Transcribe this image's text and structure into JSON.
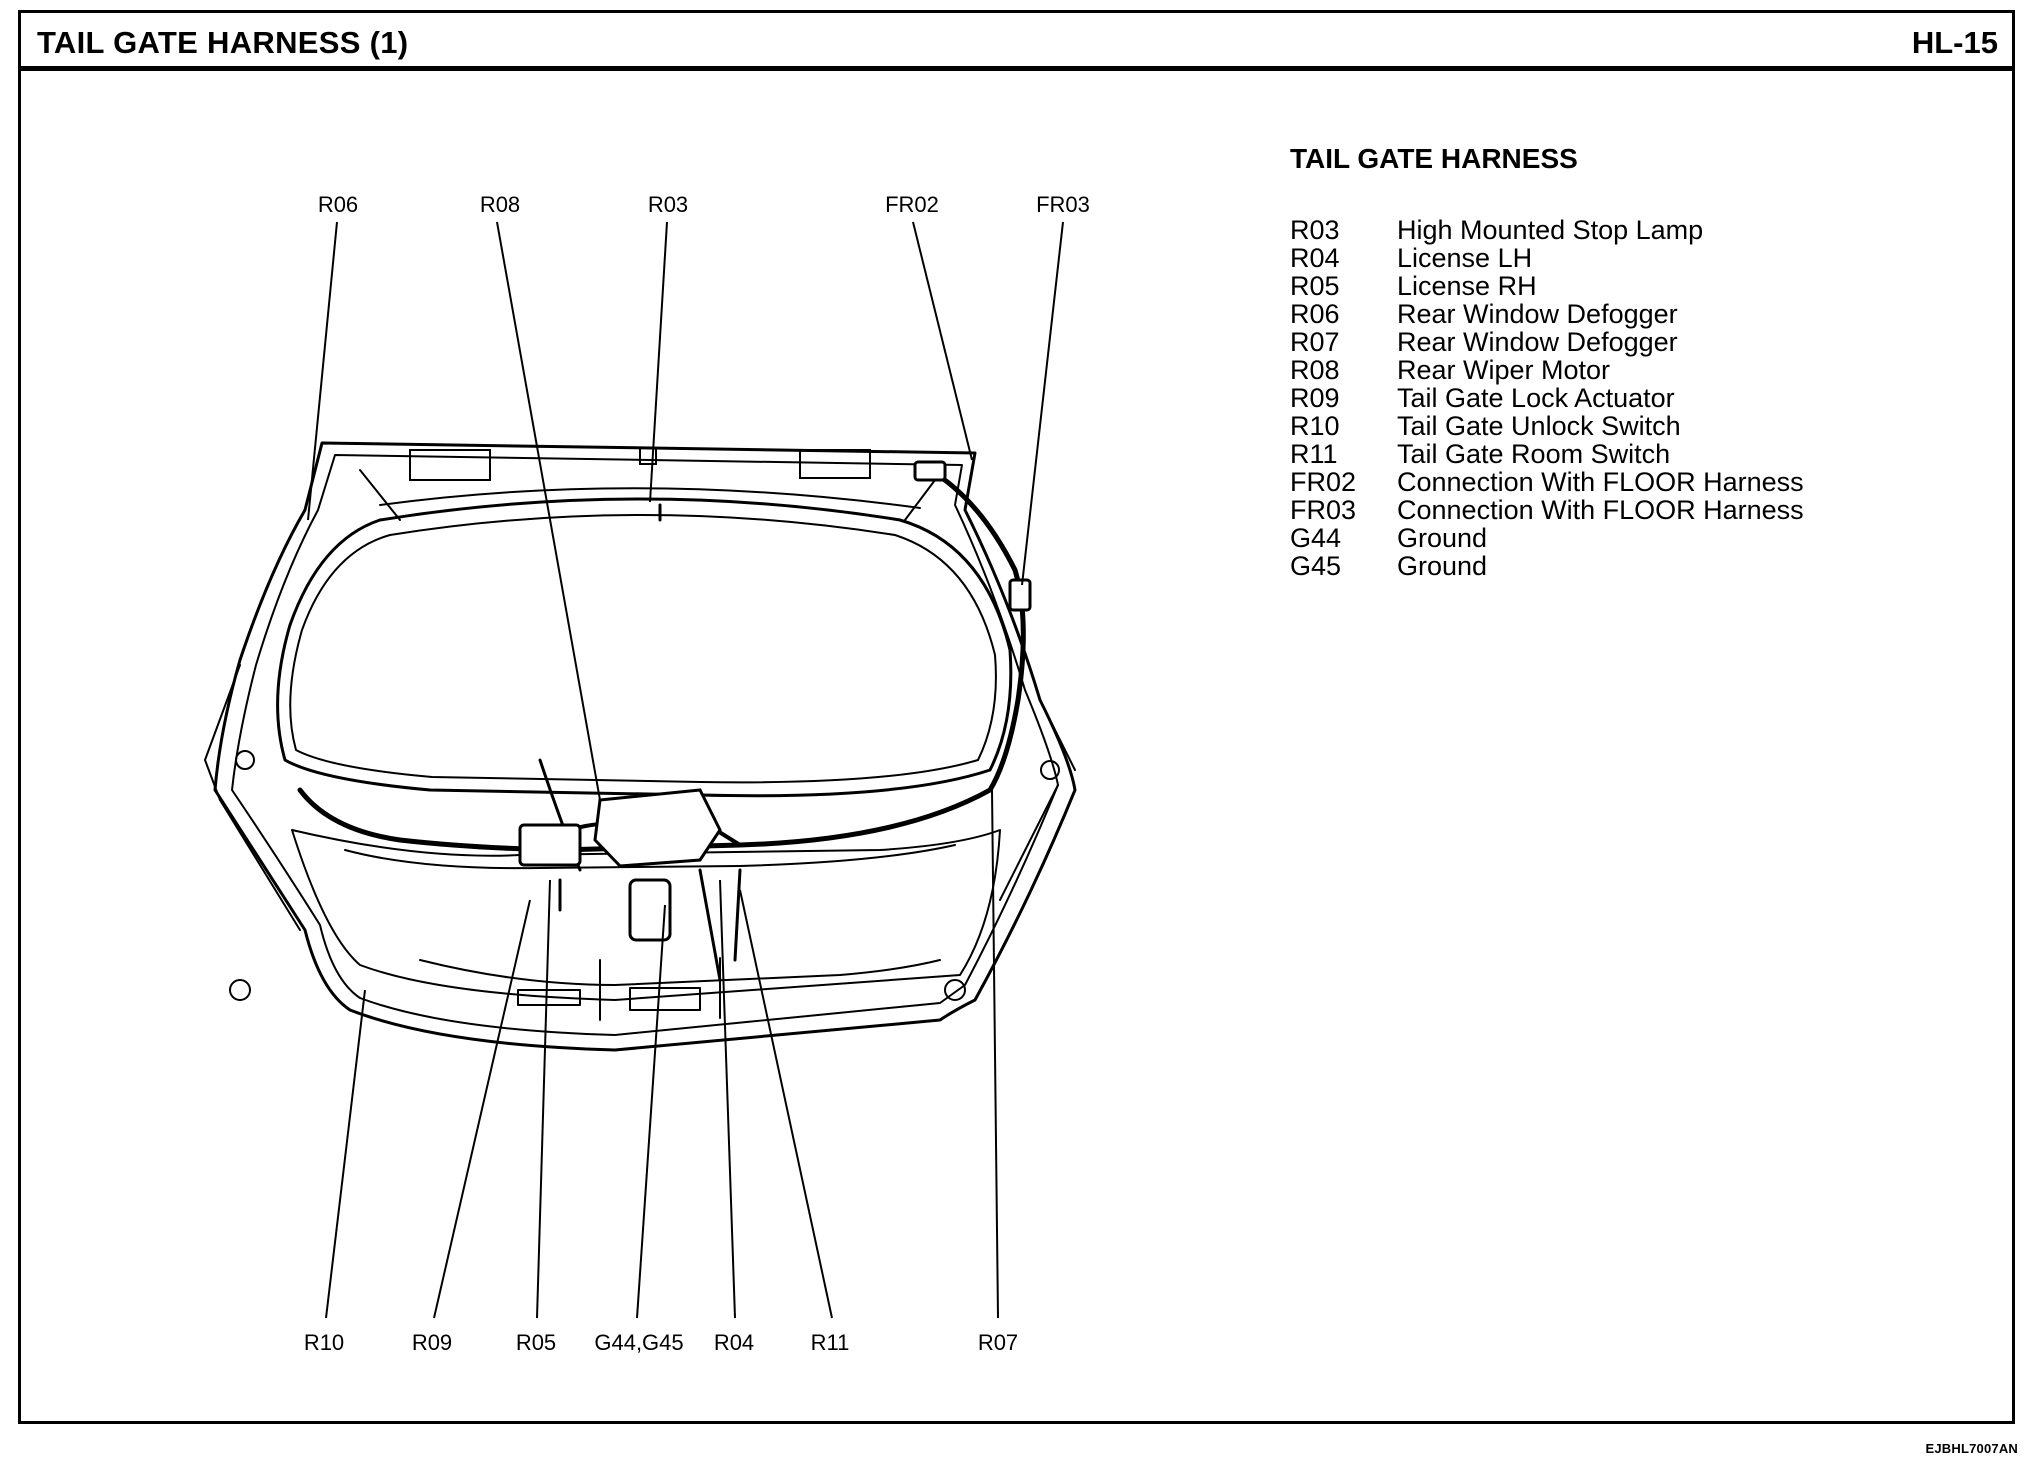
{
  "header": {
    "title": "TAIL GATE HARNESS (1)",
    "page": "HL-15"
  },
  "figure_id": "EJBHL7007AN",
  "legend": {
    "title": "TAIL GATE HARNESS",
    "items": [
      {
        "code": "R03",
        "desc": "High Mounted Stop Lamp"
      },
      {
        "code": "R04",
        "desc": "License LH"
      },
      {
        "code": "R05",
        "desc": "License RH"
      },
      {
        "code": "R06",
        "desc": "Rear Window Defogger"
      },
      {
        "code": "R07",
        "desc": "Rear Window Defogger"
      },
      {
        "code": "R08",
        "desc": "Rear Wiper Motor"
      },
      {
        "code": "R09",
        "desc": "Tail Gate Lock Actuator"
      },
      {
        "code": "R10",
        "desc": "Tail Gate Unlock Switch"
      },
      {
        "code": "R11",
        "desc": "Tail Gate Room Switch"
      },
      {
        "code": "FR02",
        "desc": "Connection With FLOOR Harness"
      },
      {
        "code": "FR03",
        "desc": "Connection With FLOOR Harness"
      },
      {
        "code": "G44",
        "desc": "Ground"
      },
      {
        "code": "G45",
        "desc": "Ground"
      }
    ]
  },
  "callouts": {
    "top": [
      "R06",
      "R08",
      "R03",
      "FR02",
      "FR03"
    ],
    "bottom": [
      "R10",
      "R09",
      "R05",
      "G44,G45",
      "R04",
      "R11",
      "R07"
    ]
  }
}
